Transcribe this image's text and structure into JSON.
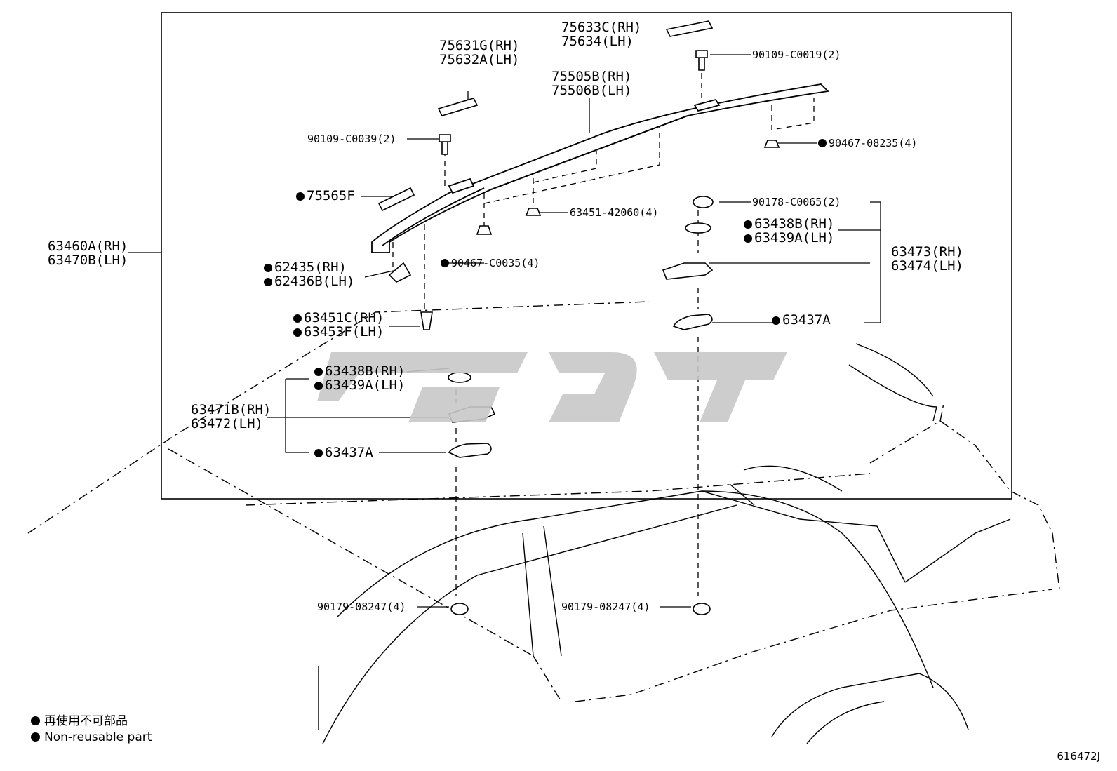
{
  "labels": {
    "rail_assy": [
      "63460A(RH)",
      "63470B(LH)"
    ],
    "cover_front": [
      "75631G(RH)",
      "75632A(LH)"
    ],
    "cover_rear": [
      "75633C(RH)",
      "75634(LH)"
    ],
    "rail": [
      "75505B(RH)",
      "75506B(LH)"
    ],
    "screw_rear": "90109-C0019(2)",
    "screw_front": "90109-C0039(2)",
    "clip_rear": "90467-08235(4)",
    "pad": "75565F",
    "nut_rail": "63451-42060(4)",
    "clip_front": "90467-C0035(4)",
    "nut_rear_leg": "90178-C0065(2)",
    "cushion_rear": [
      "63438B(RH)",
      "63439A(LH)"
    ],
    "leg_rear": [
      "63473(RH)",
      "63474(LH)"
    ],
    "end_cover": [
      "62435(RH)",
      "62436B(LH)"
    ],
    "clip_mid": [
      "63451C(RH)",
      "63453F(LH)"
    ],
    "gasket_rear": "63437A",
    "cushion_front": [
      "63438B(RH)",
      "63439A(LH)"
    ],
    "leg_front": [
      "63471B(RH)",
      "63472(LH)"
    ],
    "gasket_front": "63437A",
    "nut_bottom_left": "90179-08247(4)",
    "nut_bottom_right": "90179-08247(4)"
  },
  "legend": {
    "jp": "再使用不可部品",
    "en": "Non-reusable part"
  },
  "figure_number": "616472J",
  "colors": {
    "line": "#000000",
    "watermark": "#c8c8c8",
    "background": "#ffffff"
  }
}
